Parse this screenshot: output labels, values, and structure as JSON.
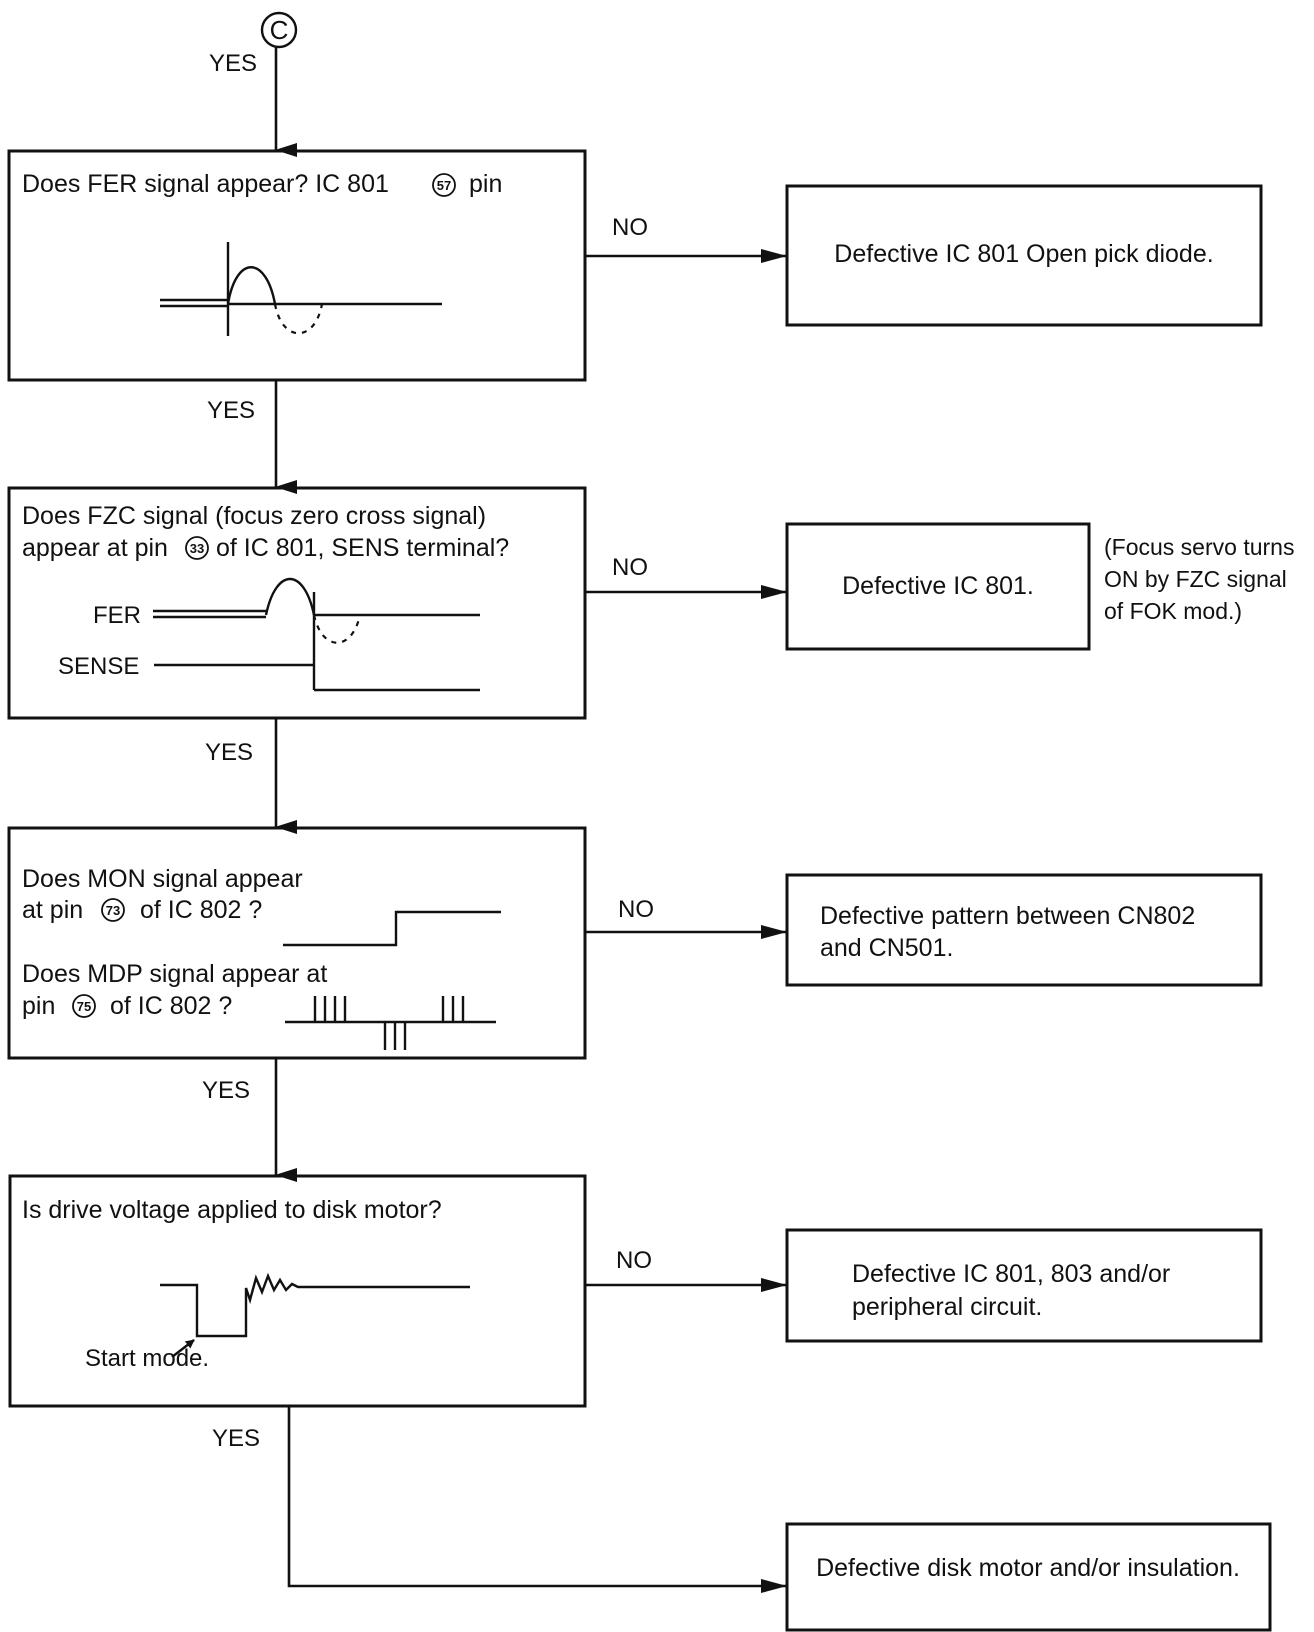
{
  "connector": {
    "symbol": "C"
  },
  "flow": {
    "yes": "YES",
    "no": "NO"
  },
  "steps": [
    {
      "question_lines": [
        "Does FER signal appear? IC 801",
        "pin"
      ],
      "pin": "57",
      "result_lines": [
        "Defective IC 801 Open pick diode."
      ]
    },
    {
      "question_lines": [
        "Does FZC signal (focus zero cross signal)",
        "appear at pin",
        "of IC 801, SENS terminal?"
      ],
      "pin": "33",
      "waveform_labels": [
        "FER",
        "SENSE"
      ],
      "result_lines": [
        "Defective IC 801."
      ],
      "note_lines": [
        "(Focus servo turns",
        "ON by FZC signal",
        "of FOK mod.)"
      ]
    },
    {
      "question_lines": [
        "Does MON signal appear",
        "at pin",
        "of IC 802 ?",
        "Does MDP signal appear at",
        "pin",
        "of IC 802 ?"
      ],
      "pins": [
        "73",
        "75"
      ],
      "result_lines": [
        "Defective pattern between CN802",
        "and CN501."
      ]
    },
    {
      "question_lines": [
        "Is drive voltage applied to disk motor?"
      ],
      "waveform_labels": [
        "Start mode."
      ],
      "result_lines": [
        "Defective IC 801, 803 and/or",
        "peripheral circuit."
      ]
    }
  ],
  "final": {
    "result_lines": [
      "Defective disk motor and/or insulation."
    ]
  }
}
